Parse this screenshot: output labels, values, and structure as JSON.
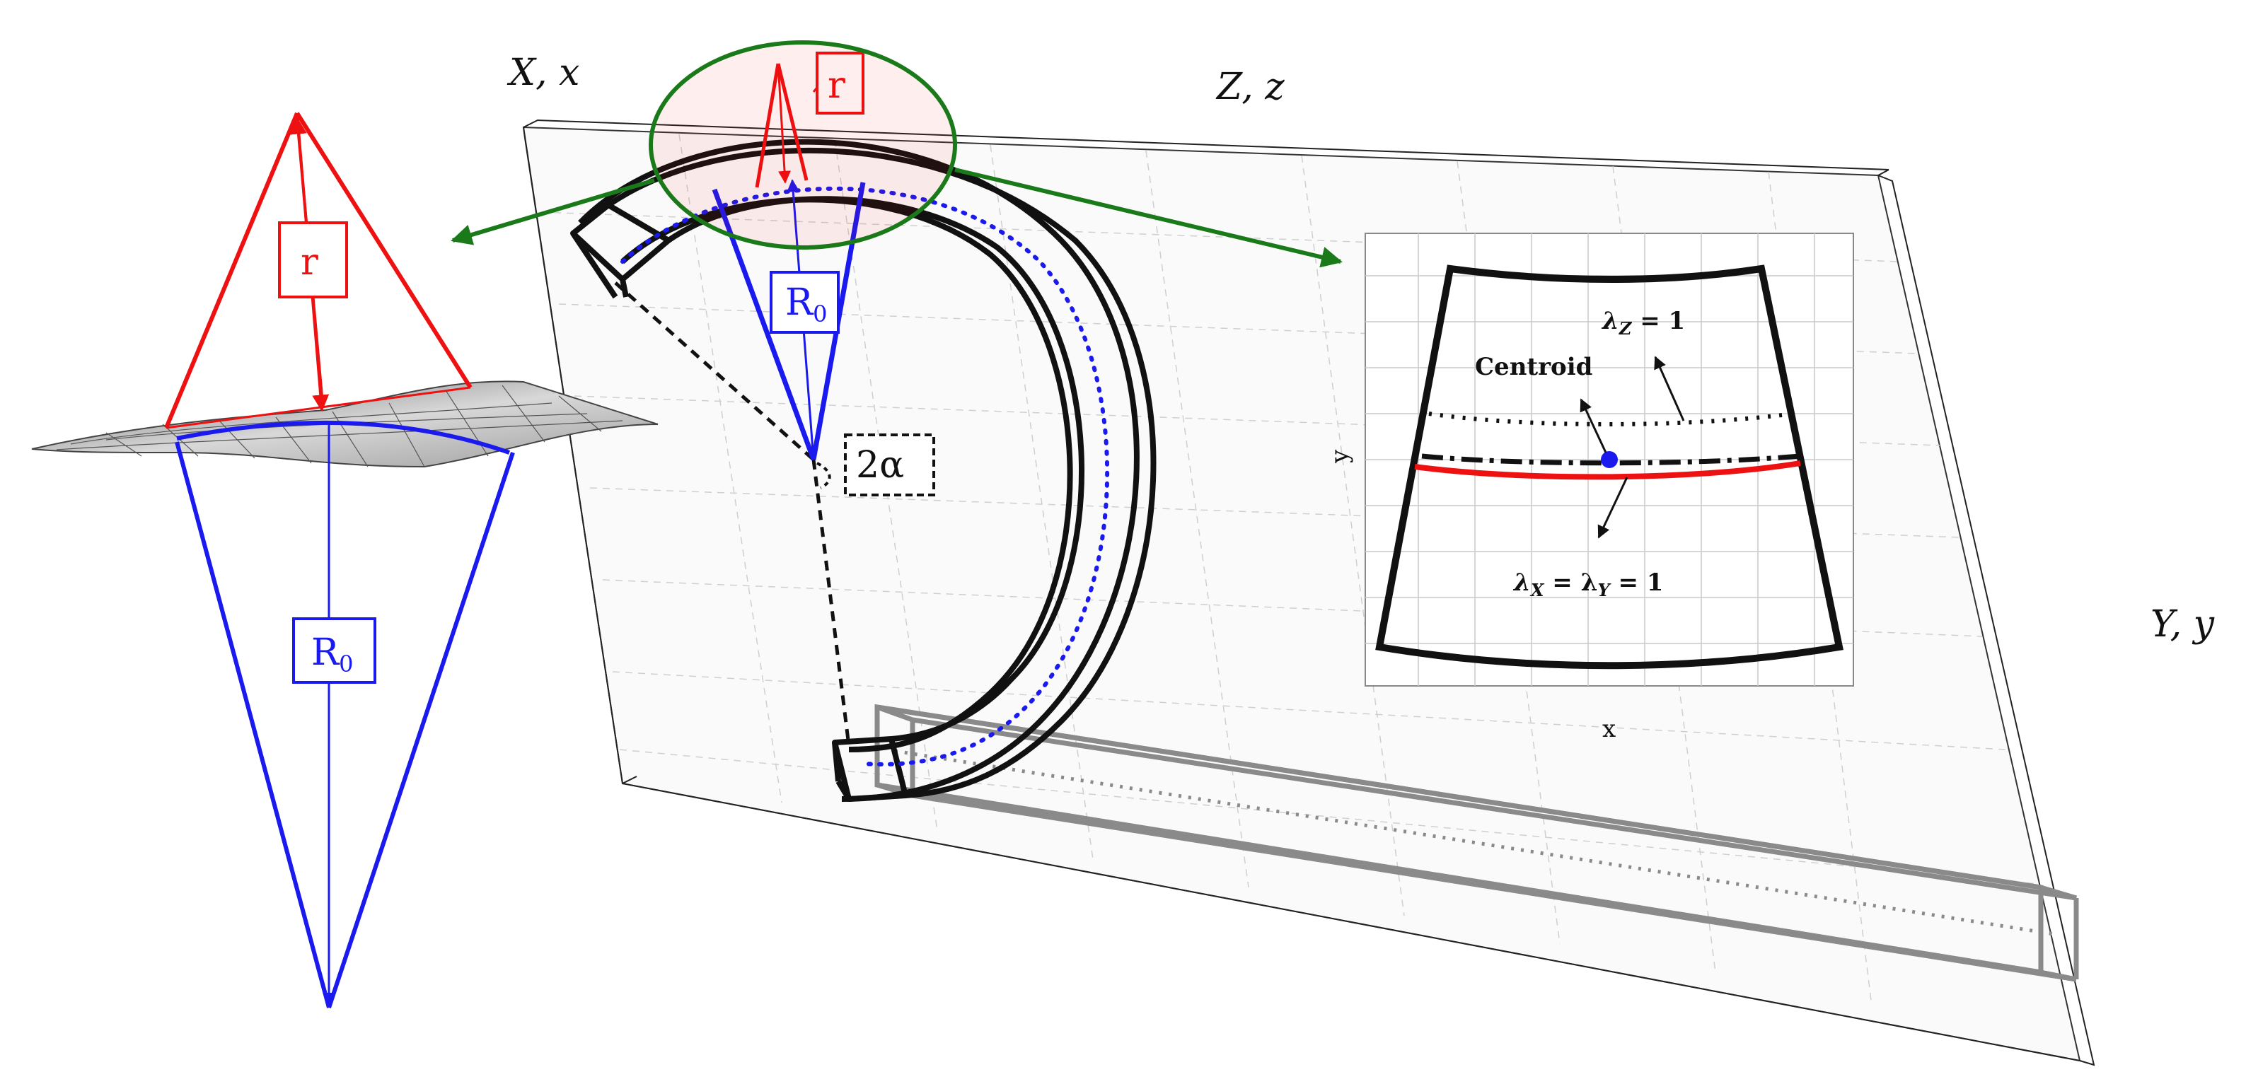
{
  "axes": {
    "x_label": "X, x",
    "z_label": "Z, z",
    "y_label": "Y, y"
  },
  "left_detail": {
    "r_label": "r",
    "R0_label": "R",
    "R0_subscript": "0"
  },
  "center": {
    "r_label": "r",
    "R0_label": "R",
    "R0_subscript": "0",
    "angle_label": "2α"
  },
  "inset": {
    "lambda_z_label": "λ",
    "lambda_z_sub": "Z",
    "lambda_z_rhs": " = 1",
    "centroid_label": "Centroid",
    "lambda_xy_a": "λ",
    "lambda_xy_a_sub": "X",
    "lambda_xy_mid": " = λ",
    "lambda_xy_b_sub": "Y",
    "lambda_xy_rhs": " = 1",
    "y_axis_label": "y",
    "x_axis_label": "x"
  },
  "colors": {
    "red": "#ee1111",
    "blue": "#1a1aee",
    "green": "#1a7a1a",
    "black": "#111111",
    "gray": "#888888"
  }
}
